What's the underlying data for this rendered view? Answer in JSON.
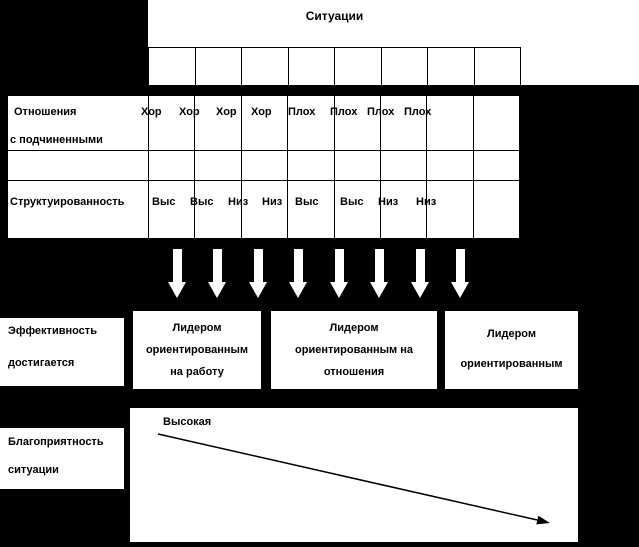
{
  "title": "Ситуации",
  "situations_table": {
    "cells": [
      "",
      "",
      "",
      "",
      "",
      "",
      "",
      ""
    ]
  },
  "factors": {
    "relations_label_1": "Отношения",
    "relations_label_2": "с подчиненными",
    "relations_values": [
      "Хор",
      "Хор",
      "Хор",
      "Хор",
      "Плох",
      "Плох",
      "Плох",
      "Плох"
    ],
    "structure_label": "Структуированность",
    "structure_values": [
      "Выс",
      "Выс",
      "Низ",
      "Низ",
      "Выс",
      "Выс",
      "Низ",
      "Низ"
    ]
  },
  "effectiveness": {
    "label_1": "Эффективность",
    "label_2": "достигается",
    "boxes": [
      {
        "lines": [
          "Лидером",
          "ориентированным",
          "на работу"
        ]
      },
      {
        "lines": [
          "Лидером",
          "ориентированным  на",
          "отношения"
        ]
      },
      {
        "lines": [
          "Лидером",
          "ориентированным"
        ]
      }
    ]
  },
  "favorability": {
    "label_1": "Благоприятность",
    "label_2": "ситуации",
    "scale_high": "Высокая"
  },
  "colors": {
    "background": "#000000",
    "panel": "#ffffff",
    "line": "#000000",
    "arrow": "#ffffff",
    "text": "#000000"
  }
}
